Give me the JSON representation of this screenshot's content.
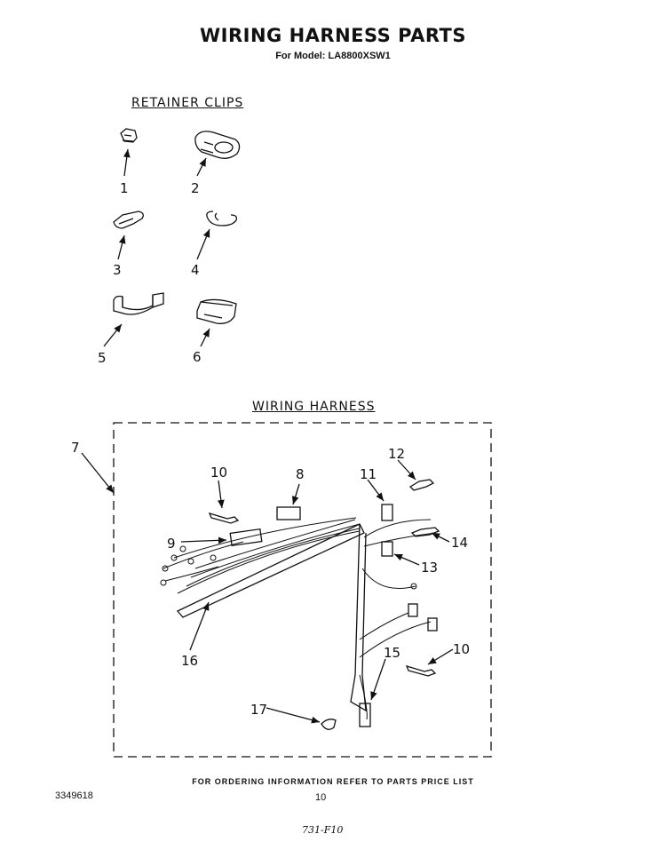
{
  "header": {
    "title": "WIRING HARNESS PARTS",
    "subtitle": "For Model: LA8800XSW1"
  },
  "sections": {
    "retainer_clips": "RETAINER CLIPS",
    "wiring_harness": "WIRING HARNESS"
  },
  "callouts": [
    "1",
    "2",
    "3",
    "4",
    "5",
    "6",
    "7",
    "8",
    "9",
    "10",
    "11",
    "12",
    "13",
    "14",
    "15",
    "16",
    "17",
    "10"
  ],
  "footer": {
    "ordering_note": "FOR ORDERING INFORMATION REFER TO PARTS PRICE LIST",
    "doc_number": "3349618",
    "page_number": "10",
    "handwritten_note": "731-F10"
  }
}
